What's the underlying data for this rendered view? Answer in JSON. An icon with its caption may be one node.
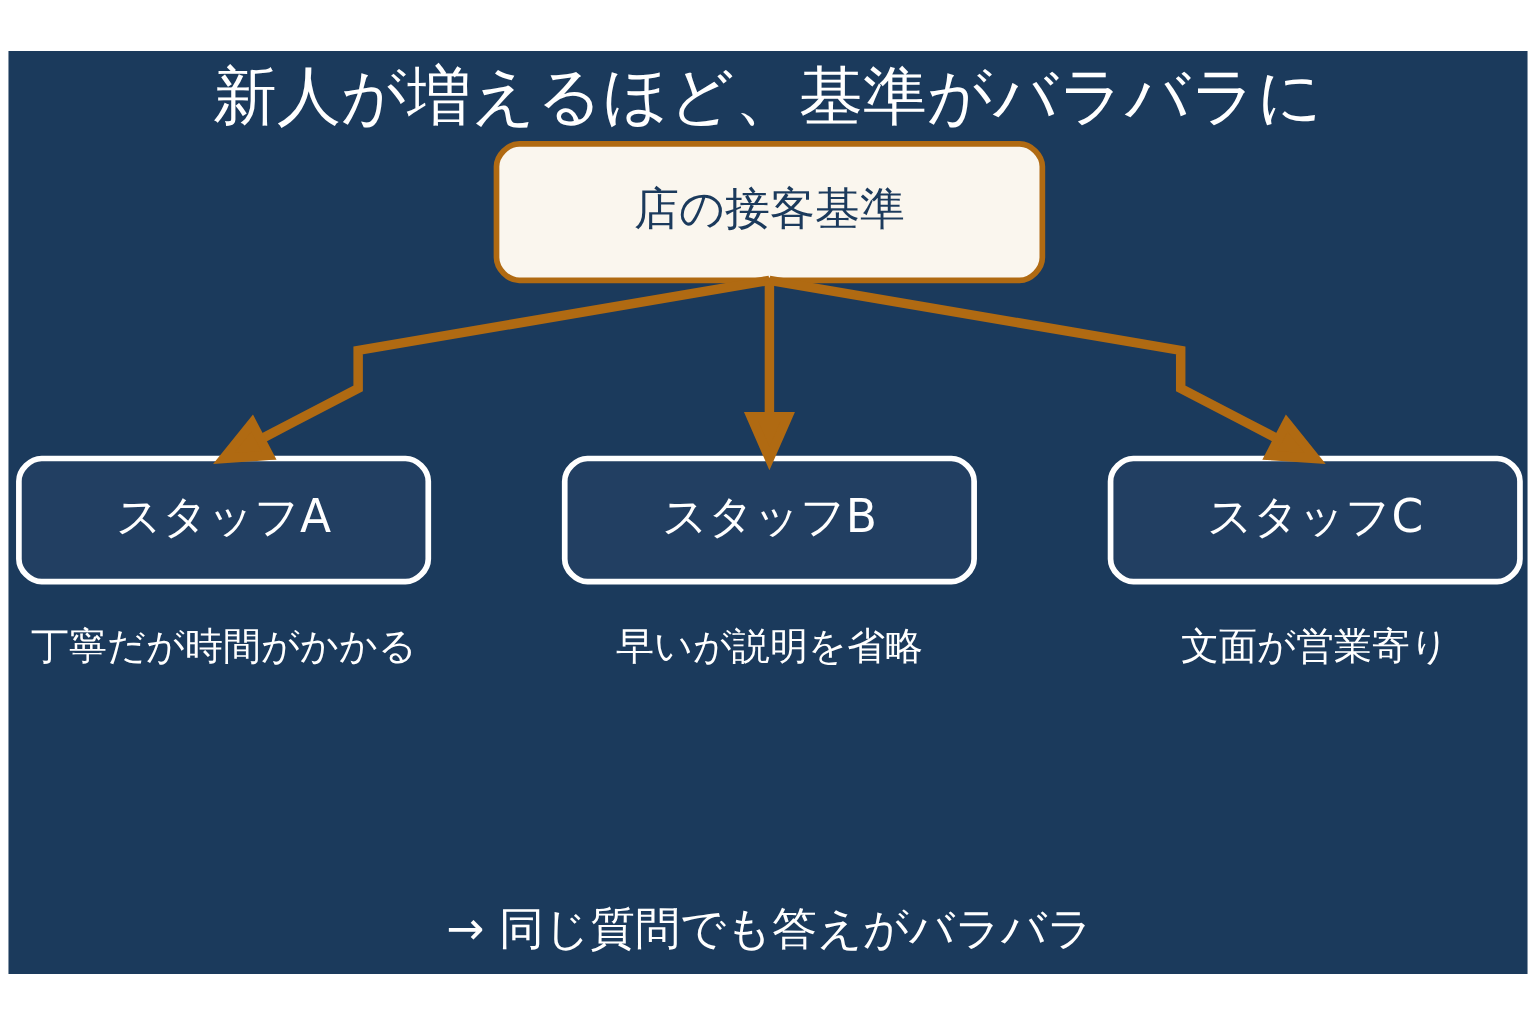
{
  "diagram": {
    "title": "新人が増えるほど、基準がバラバラに",
    "nodes": [
      {
        "text": [
          "店の接客基準"
        ]
      },
      {
        "text": [
          "スタッフA"
        ],
        "beside": [
          "丁寧だが時間がかかる"
        ]
      },
      {
        "text": [
          "スタッフB"
        ],
        "beside": [
          "早いが説明を省略"
        ]
      },
      {
        "text": [
          "スタッフC"
        ],
        "beside": [
          "文面が営業寄り"
        ]
      }
    ],
    "edges": [
      {
        "from": 0,
        "to": 1,
        "arrow": "to"
      },
      {
        "from": 0,
        "to": 2,
        "arrow": "to"
      },
      {
        "from": 0,
        "to": 3,
        "arrow": "to"
      }
    ],
    "labels": [
      "→ 同じ質問でも答えがバラバラ"
    ]
  }
}
